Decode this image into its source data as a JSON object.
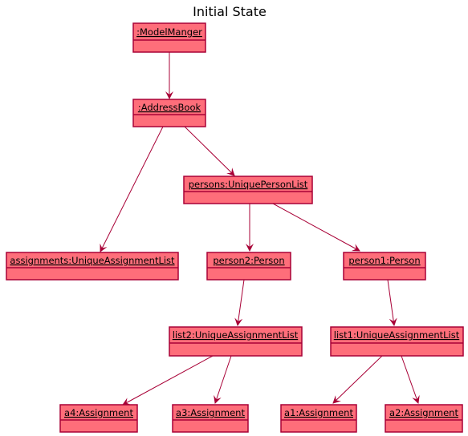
{
  "title": "Initial State",
  "colors": {
    "box_fill": "#FE6E7A",
    "box_stroke": "#A80036",
    "edge": "#A80036"
  },
  "objects": {
    "model_manager": ":ModelManger",
    "address_book": ":AddressBook",
    "persons": " persons:UniquePersonList",
    "assignments": "assignments:UniqueAssignmentList",
    "person2": " person2:Person",
    "person1": " person1:Person",
    "list2": "list2:UniqueAssignmentList",
    "list1": " list1:UniqueAssignmentList",
    "a4": "a4:Assignment",
    "a3": "a3:Assignment",
    "a1": "a1:Assignment",
    "a2": "a2:Assignment"
  }
}
